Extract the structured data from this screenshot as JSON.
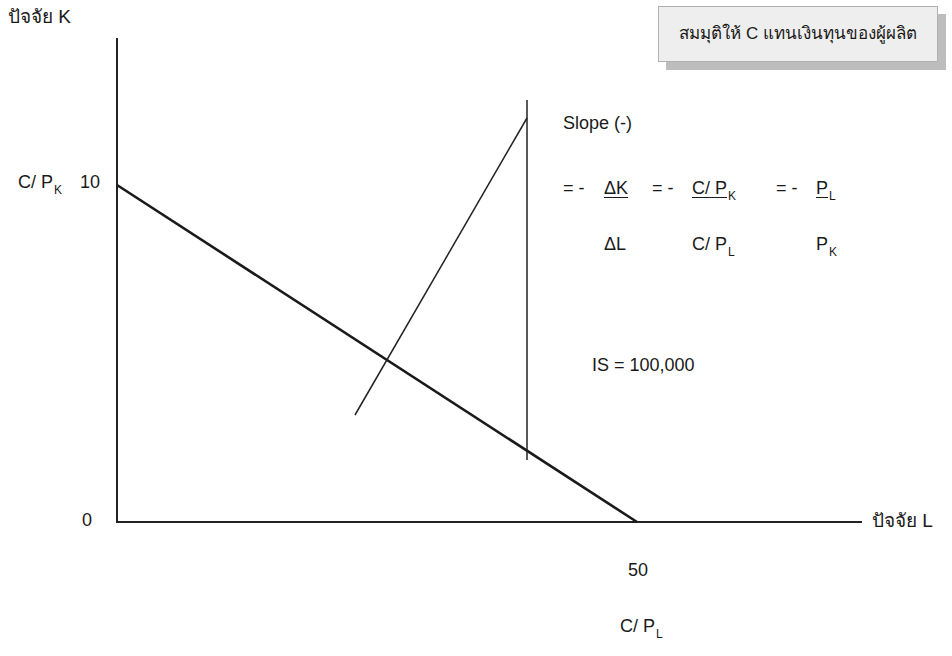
{
  "diagram": {
    "nodes": [
      {
        "text": [
          "สมมุติให้ C แทนเงินทุนของผู้ผลิต"
        ]
      }
    ],
    "labels": [
      "ปัจจัย K",
      "C/ P",
      "K",
      "10",
      "Slope (-)",
      "= -",
      "ΔK",
      "= -",
      "C/ P",
      "K",
      "= -",
      "P",
      "L",
      "ΔL",
      "C/ P",
      "L",
      "P",
      "K",
      "IS = 100,000",
      "0",
      "ปัจจัย L",
      "50",
      "C/ P",
      "L"
    ]
  }
}
